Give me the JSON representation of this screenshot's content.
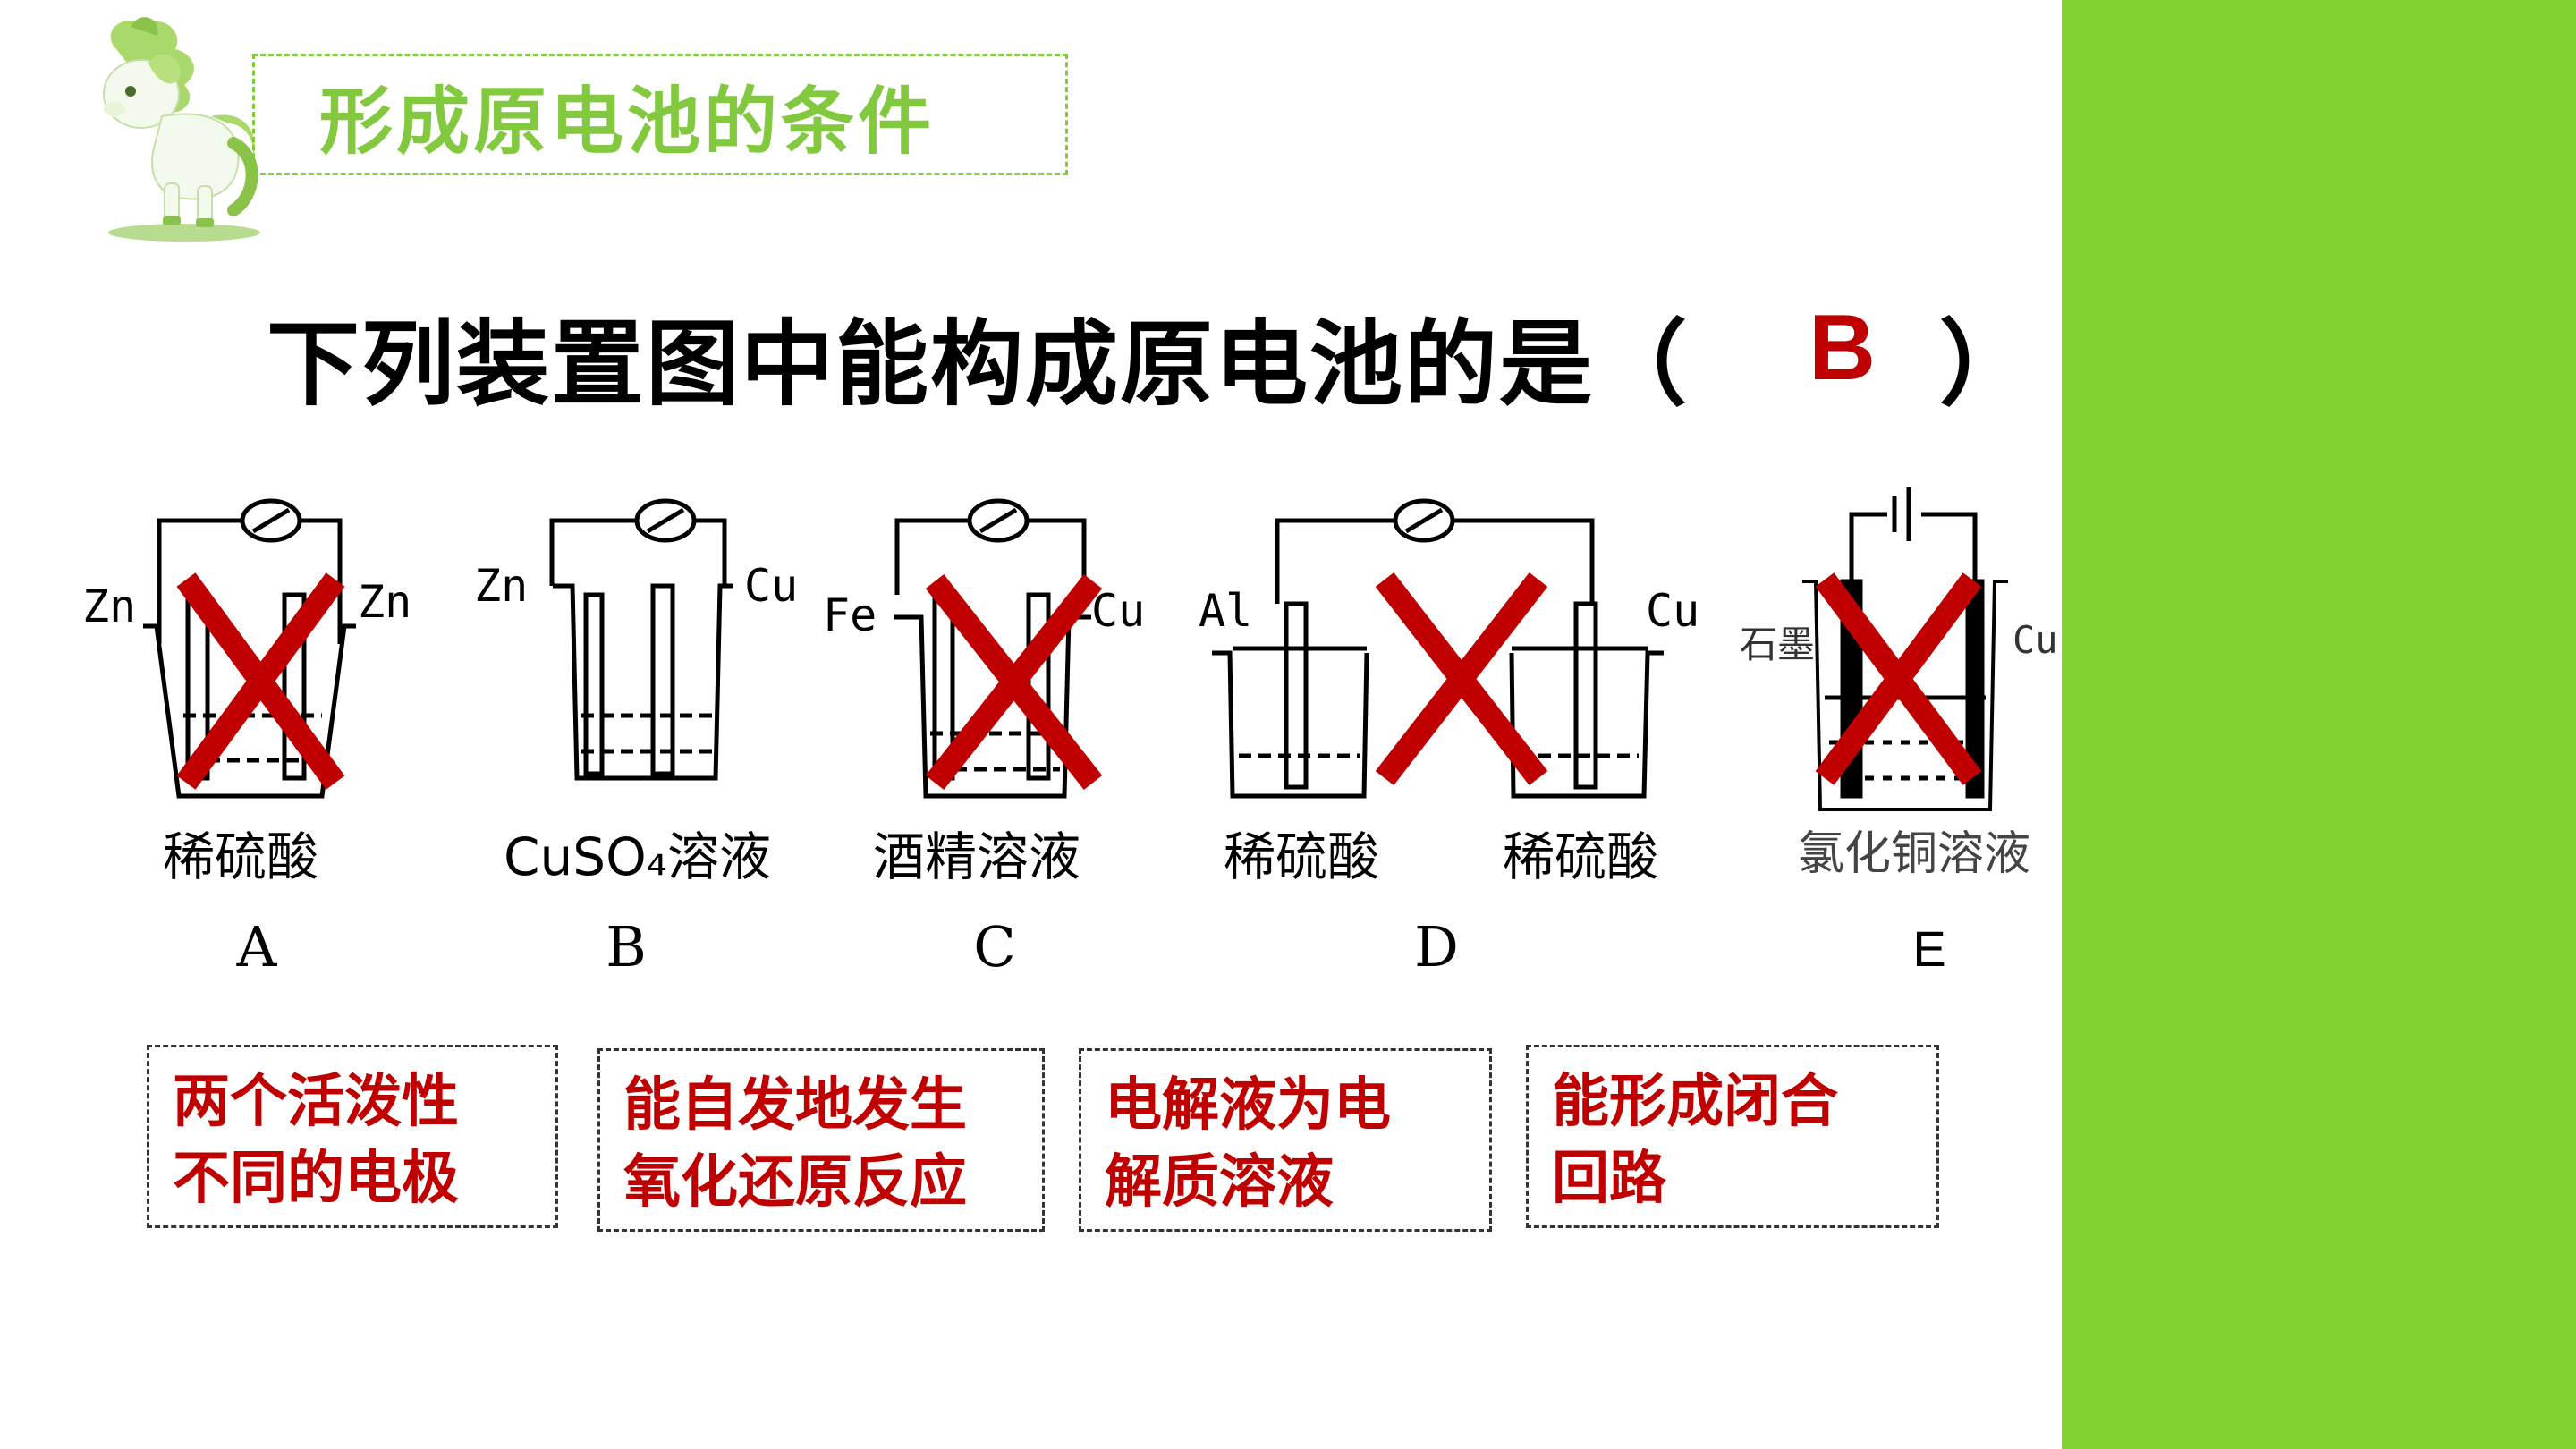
{
  "title": "形成原电池的条件",
  "question": {
    "text": "下列装置图中能构成原电池的是（",
    "answer": "B",
    "close": "）"
  },
  "apparatus": [
    {
      "letter": "A",
      "left_electrode": "Zn",
      "right_electrode": "Zn",
      "solution": "稀硫酸",
      "crossed": true
    },
    {
      "letter": "B",
      "left_electrode": "Zn",
      "right_electrode": "Cu",
      "solution": "CuSO₄溶液",
      "crossed": false
    },
    {
      "letter": "C",
      "left_electrode": "Fe",
      "right_electrode": "Cu",
      "solution": "酒精溶液",
      "crossed": true
    },
    {
      "letter": "D",
      "left_electrode": "Al",
      "right_electrode": "Cu",
      "solution_left": "稀硫酸",
      "solution_right": "稀硫酸",
      "crossed": true
    },
    {
      "letter": "E",
      "left_electrode": "石墨",
      "right_electrode": "Cu",
      "solution": "氯化铜溶液",
      "crossed": true
    }
  ],
  "conditions": [
    {
      "line1": "两个活泼性",
      "line2": "不同的电极"
    },
    {
      "line1": "能自发地发生",
      "line2": "氧化还原反应"
    },
    {
      "line1": "电解液为电",
      "line2": "解质溶液"
    },
    {
      "line1": "能形成闭合",
      "line2": "回路"
    }
  ],
  "colors": {
    "accent_green": "#82d231",
    "title_green": "#82c93f",
    "answer_red": "#c00000",
    "cross_red": "#c00000"
  }
}
